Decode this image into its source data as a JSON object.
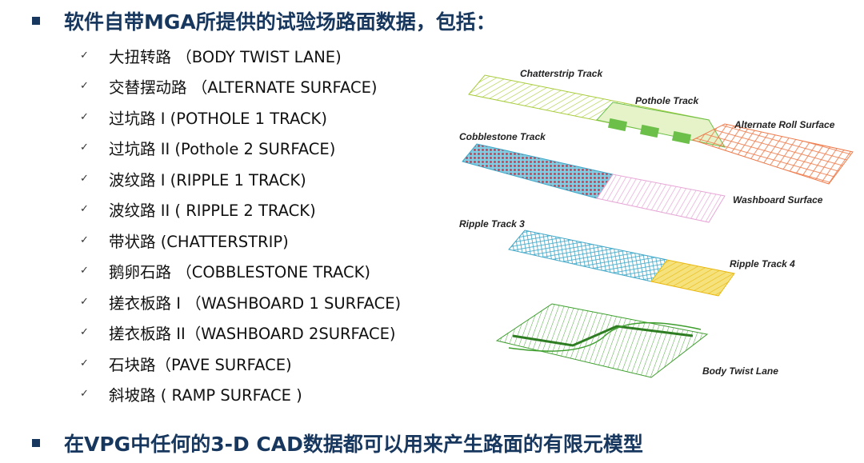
{
  "heading_top": "软件自带MGA所提供的试验场路面数据，包括：",
  "heading_bottom": "在VPG中任何的3-D CAD数据都可以用来产生路面的有限元模型",
  "check_glyph": "✓",
  "items": [
    "大扭转路 （BODY TWIST LANE)",
    "交替摆动路 （ALTERNATE SURFACE)",
    " 过坑路 I (POTHOLE 1 TRACK)",
    "过坑路 II (Pothole 2 SURFACE)",
    " 波纹路 I (RIPPLE 1 TRACK)",
    "波纹路 II ( RIPPLE 2 TRACK)",
    " 带状路 (CHATTERSTRIP)",
    " 鹅卵石路 （COBBLESTONE TRACK)",
    " 搓衣板路 I （WASHBOARD 1 SURFACE)",
    " 搓衣板路 II（WASHBOARD 2SURFACE)",
    "石块路（PAVE SURFACE)",
    "斜坡路 ( RAMP SURFACE )"
  ],
  "figure_labels": {
    "chatterstrip": "Chatterstrip Track",
    "pothole": "Pothole Track",
    "alternate": "Alternate Roll Surface",
    "cobblestone": "Cobblestone Track",
    "washboard": "Washboard Surface",
    "ripple3": "Ripple Track 3",
    "ripple4": "Ripple Track 4",
    "bodytwist": "Body Twist Lane"
  },
  "colors": {
    "heading": "#17375e",
    "chatterstrip": "#a8cc3a",
    "pothole": "#6cc04a",
    "alternate": "#ee7a4a",
    "cobblestone": "#3fa7c7",
    "washboard": "#e6a6d6",
    "ripple3": "#43b3d6",
    "ripple4": "#f3d42e",
    "bodytwist": "#3e9e2e"
  }
}
